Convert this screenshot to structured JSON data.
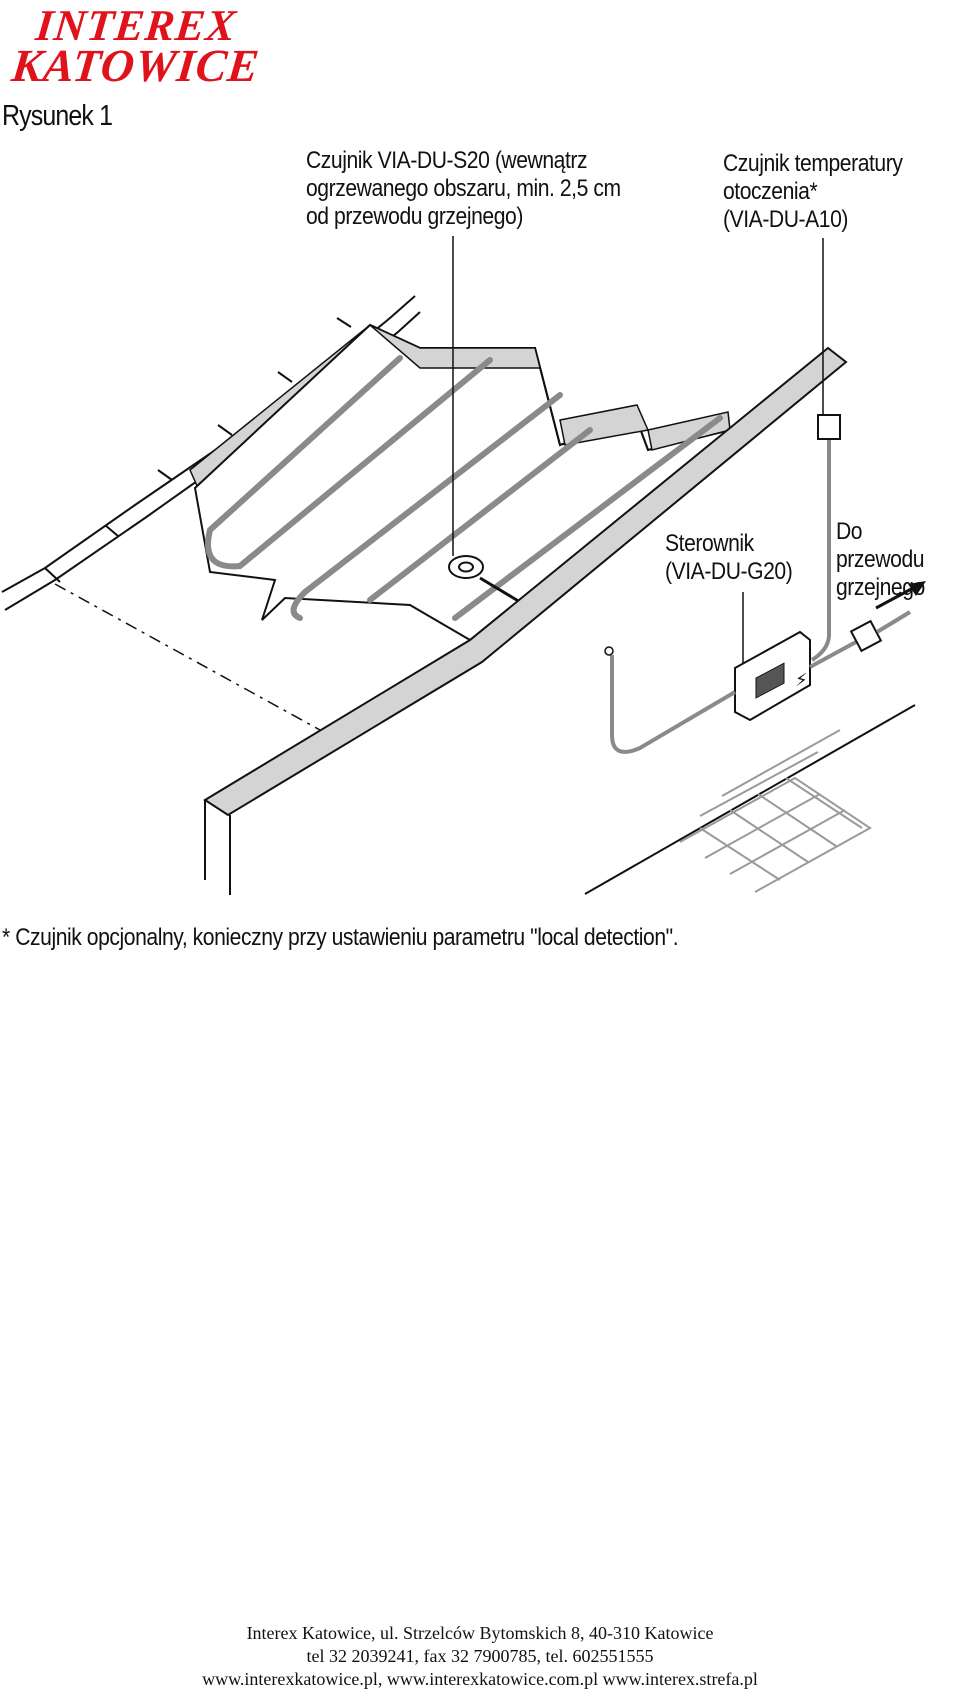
{
  "logo": {
    "line1": "INTEREX",
    "line2": "KATOWICE",
    "color": "#e0121b"
  },
  "figure_title": "Rysunek 1",
  "labels": {
    "floor_sensor": "Czujnik VIA-DU-S20 (wewnątrz\nogrzewanego obszaru, min. 2,5 cm\nod przewodu grzejnego)",
    "ambient_sensor": "Czujnik temperatury\notoczenia*\n(VIA-DU-A10)",
    "controller": "Sterownik\n(VIA-DU-G20)",
    "heating_cable": "Do przewodu\ngrzejnego"
  },
  "footnote": "* Czujnik opcjonalny, konieczny przy ustawieniu parametru \"local detection\".",
  "footer": {
    "address": "Interex Katowice, ul. Strzelców Bytomskich 8, 40-310 Katowice",
    "phones": "tel 32 2039241, fax 32 7900785, tel. 602551555",
    "web": "www.interexkatowice.pl, www.interexkatowice.com.pl www.interex.strefa.pl"
  }
}
